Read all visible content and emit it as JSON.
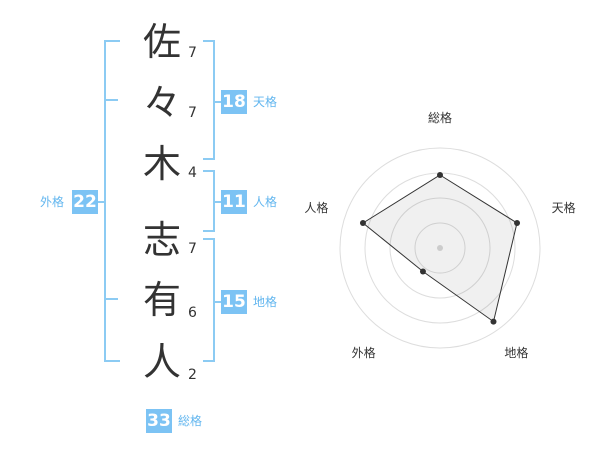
{
  "name_chars": [
    {
      "char": "佐",
      "strokes": "7"
    },
    {
      "char": "々",
      "strokes": "7"
    },
    {
      "char": "木",
      "strokes": "4"
    },
    {
      "char": "志",
      "strokes": "7"
    },
    {
      "char": "有",
      "strokes": "6"
    },
    {
      "char": "人",
      "strokes": "2"
    }
  ],
  "kakusu": {
    "tenkaku": {
      "value": "18",
      "label": "天格"
    },
    "jinkaku": {
      "value": "11",
      "label": "人格"
    },
    "chikaku": {
      "value": "15",
      "label": "地格"
    },
    "gaikaku": {
      "value": "22",
      "label": "外格"
    },
    "soukaku": {
      "value": "33",
      "label": "総格"
    }
  },
  "colors": {
    "accent": "#7cc3f4",
    "bracket": "#8ccbf3",
    "text": "#333333"
  },
  "chart_data": {
    "type": "radar",
    "axes": [
      "総格",
      "天格",
      "地格",
      "外格",
      "人格"
    ],
    "values": [
      0.73,
      0.81,
      0.91,
      0.29,
      0.81
    ],
    "max": 1,
    "rings": 4
  }
}
